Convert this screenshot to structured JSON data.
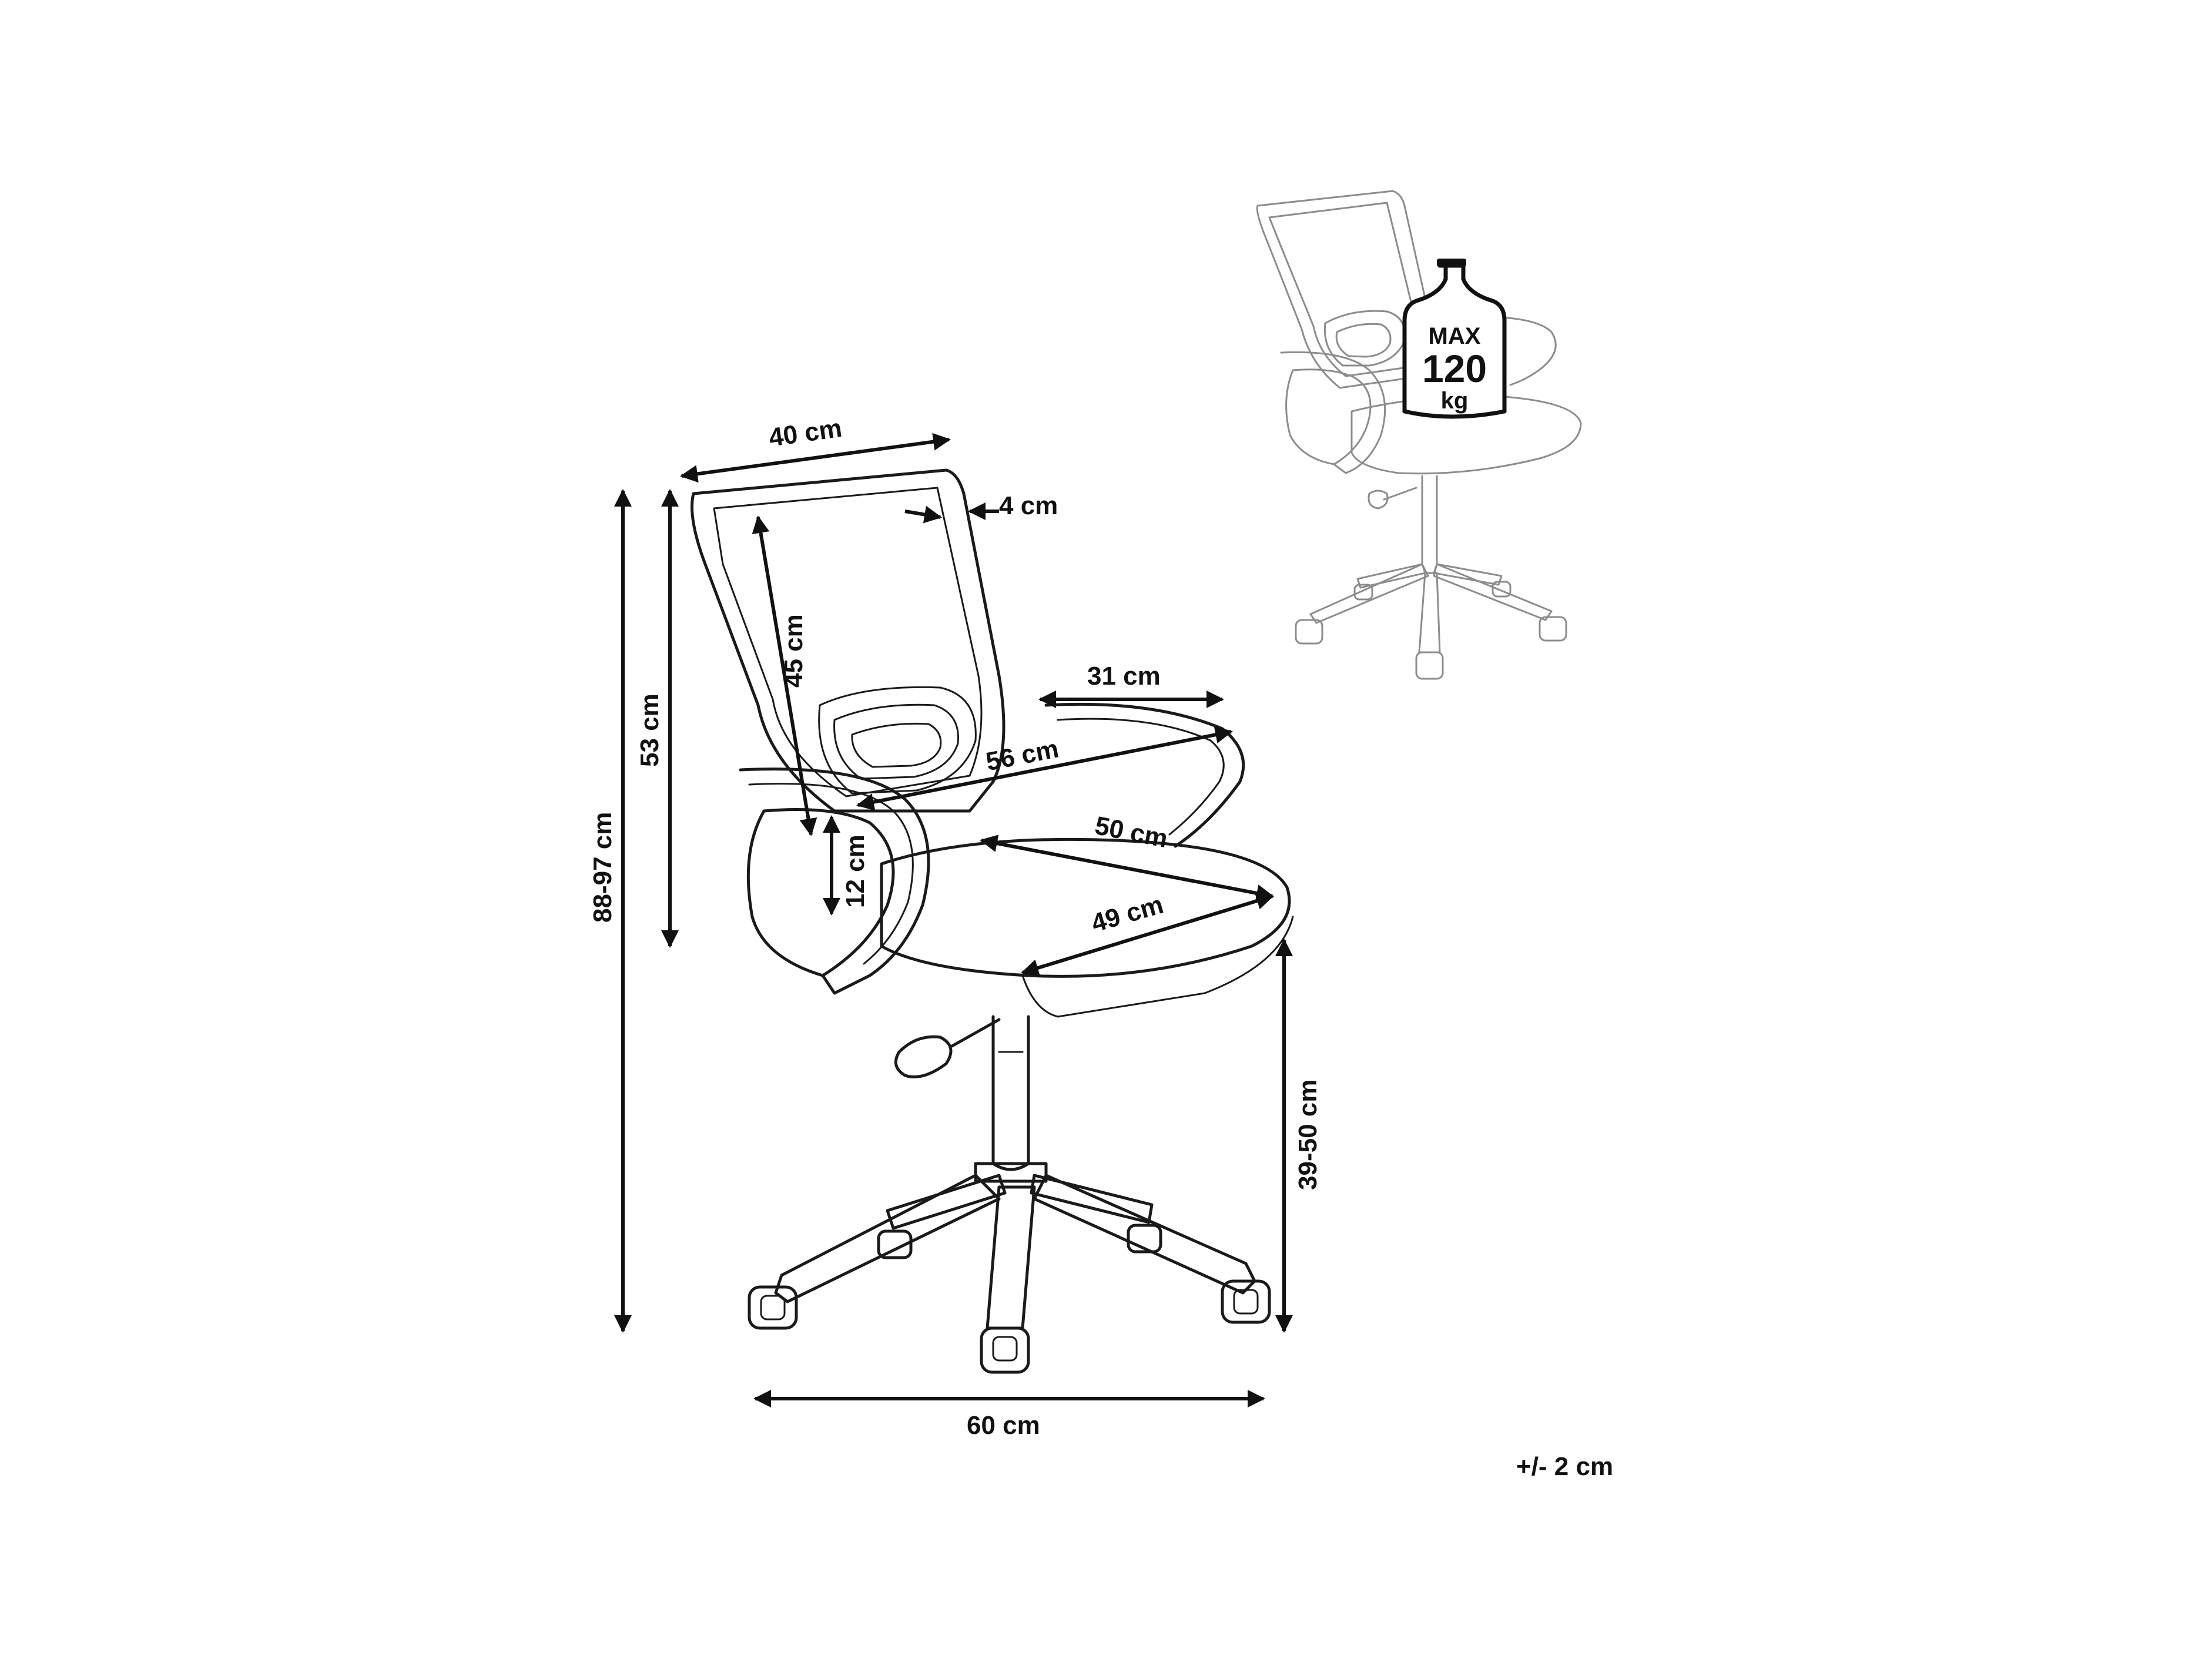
{
  "diagram": {
    "dimensions": {
      "backrest_width": "40 cm",
      "frame_thickness": "4 cm",
      "backrest_height": "45 cm",
      "back_height": "53 cm",
      "total_height": "88-97 cm",
      "armrest_length": "31 cm",
      "overall_depth": "56 cm",
      "armrest_height": "12 cm",
      "seat_width": "50 cm",
      "seat_depth": "49 cm",
      "seat_height": "39-50 cm",
      "base_width": "60 cm"
    },
    "tolerance": "+/- 2 cm",
    "max_load": {
      "line1": "MAX",
      "line2": "120",
      "line3": "kg"
    }
  }
}
